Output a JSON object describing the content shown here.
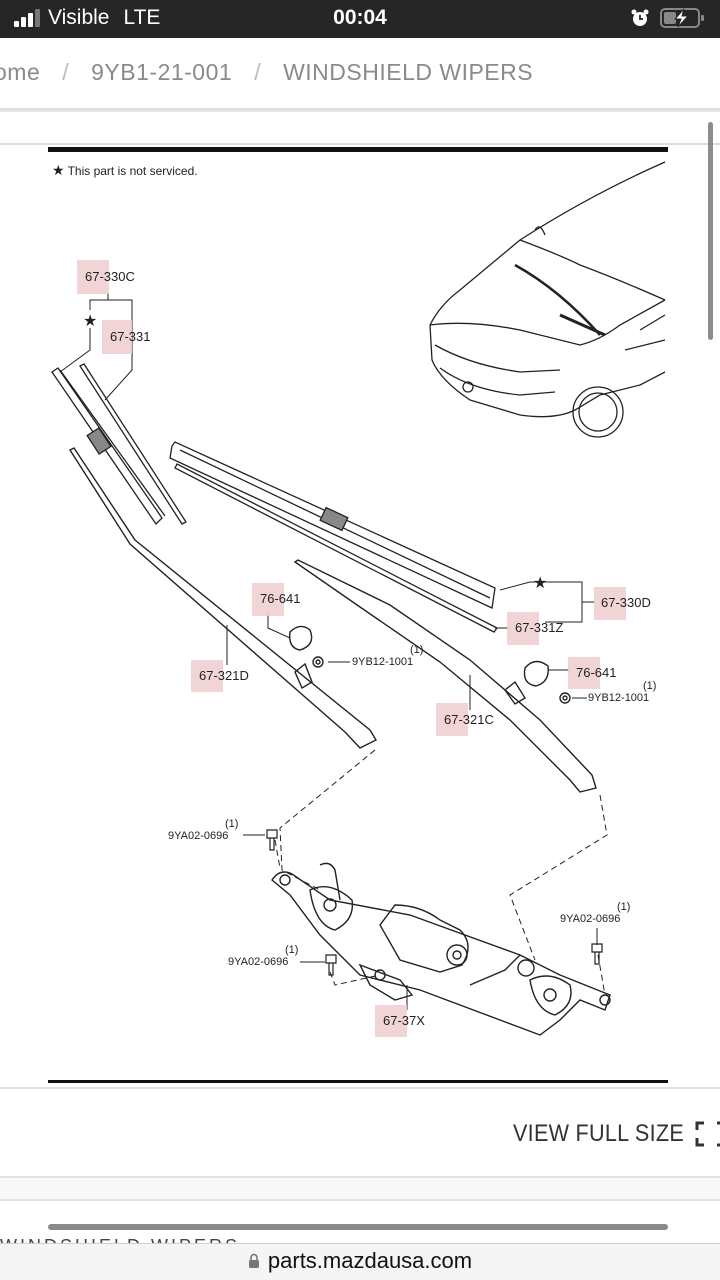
{
  "status_bar": {
    "carrier": "Visible",
    "network": "LTE",
    "time": "00:04",
    "icons": [
      "signal-icon",
      "alarm-icon",
      "battery-charging-icon"
    ]
  },
  "breadcrumb": {
    "items": [
      "Home",
      "9YB1-21-001",
      "WINDSHIELD WIPERS"
    ],
    "visible_first": "ome",
    "separator": "/"
  },
  "diagram": {
    "note_symbol": "★",
    "note_text": "This part is not serviced.",
    "star": "★",
    "parts": {
      "p67_330C": "67-330C",
      "p67_331": "67-331",
      "p67_330D": "67-330D",
      "p67_331Z": "67-331Z",
      "p76_641_left": "76-641",
      "p76_641_right": "76-641",
      "p67_321D": "67-321D",
      "p67_321C": "67-321C",
      "p9YB12_left": "9YB12-1001",
      "p9YB12_right": "9YB12-1001",
      "p9YA02_top": "9YA02-0696",
      "p9YA02_mid": "9YA02-0696",
      "p9YA02_right": "9YA02-0696",
      "p67_37X": "67-37X"
    },
    "qty": "(1)",
    "highlight_color": "#f0cfd2"
  },
  "actions": {
    "view_full_size": "VIEW FULL SIZE"
  },
  "section_title_clipped": "WINDSHIELD WIPERS",
  "browser": {
    "url": "parts.mazdausa.com"
  }
}
